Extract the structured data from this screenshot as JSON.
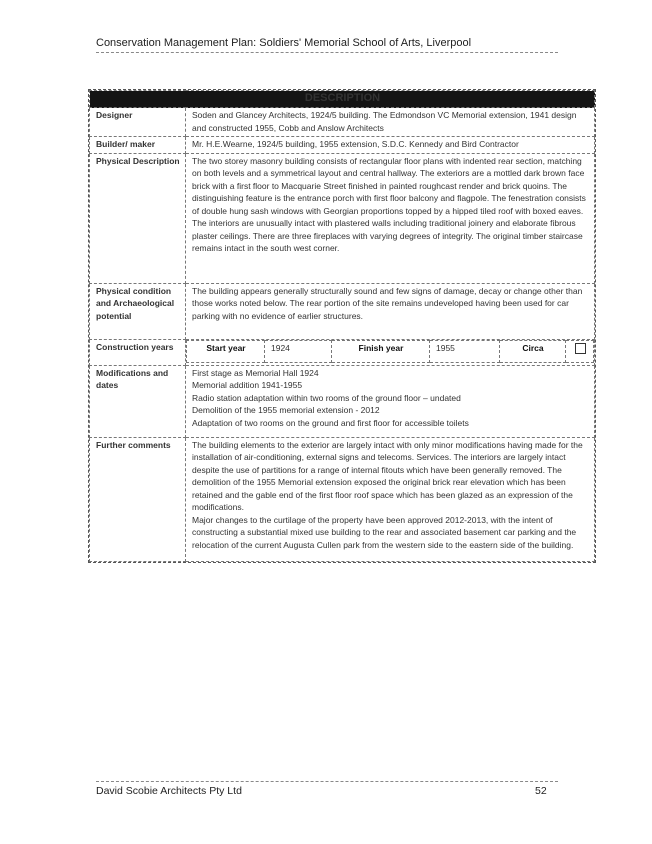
{
  "header": {
    "title": "Conservation Management Plan: Soldiers' Memorial School of Arts, Liverpool"
  },
  "table": {
    "banner": "DESCRIPTION",
    "rows": {
      "designer": {
        "label": "Designer",
        "value": "Soden and Glancey Architects, 1924/5 building. The Edmondson VC Memorial extension, 1941 design and constructed 1955, Cobb and Anslow Architects"
      },
      "builder": {
        "label": "Builder/ maker",
        "value": "Mr. H.E.Wearne, 1924/5 building, 1955 extension, S.D.C. Kennedy and Bird Contractor"
      },
      "physical_description": {
        "label": "Physical Description",
        "value": "The two storey masonry building consists of rectangular floor plans with indented rear section, matching on both levels and a symmetrical layout and central hallway. The exteriors are a mottled dark brown face brick with a first floor to Macquarie Street finished in painted roughcast render and brick quoins. The distinguishing feature is the entrance porch with first floor balcony and flagpole. The fenestration consists of double hung sash windows with Georgian proportions topped by a hipped tiled roof with boxed eaves. The interiors are unusually intact with plastered walls including traditional joinery and elaborate fibrous plaster ceilings. There are three fireplaces with varying degrees of integrity. The original timber staircase remains intact in the south west corner."
      },
      "physical_condition": {
        "label": "Physical condition and Archaeological potential",
        "value": "The building appears generally structurally sound and few signs of damage, decay or change other than those works noted below. The rear portion of the site remains undeveloped having been used for car parking with no evidence of earlier structures."
      },
      "construction_years": {
        "label": "Construction years",
        "start_label": "Start year",
        "start_value": "1924",
        "finish_label": "Finish year",
        "finish_value": "1955",
        "circa_label": "Circa"
      },
      "modifications": {
        "label": "Modifications and dates",
        "lines": [
          "First stage as Memorial Hall 1924",
          "Memorial addition 1941-1955",
          "Radio station adaptation within two rooms of the ground floor – undated",
          "Demolition of the 1955 memorial extension - 2012",
          "Adaptation of two rooms on the ground and first floor for accessible toilets"
        ]
      },
      "further_comments": {
        "label": "Further comments",
        "value": "The building elements to the exterior are largely intact with only minor modifications having made for the installation of air-conditioning, external signs and telecoms. Services. The interiors are largely intact despite the use of partitions for a range of internal fitouts which have been generally removed. The demolition of the 1955 Memorial extension exposed the original brick rear elevation which has been retained and the gable end of the first floor roof space which has been glazed as an expression of the modifications.",
        "value2": "Major changes to the curtilage of the property have been approved 2012-2013, with the intent of constructing a substantial mixed use building to the rear and associated basement car parking and the relocation of the current Augusta Cullen park from the western side to the eastern side of the building."
      }
    }
  },
  "footer": {
    "left": "David Scobie Architects Pty Ltd",
    "page_number": "52"
  }
}
